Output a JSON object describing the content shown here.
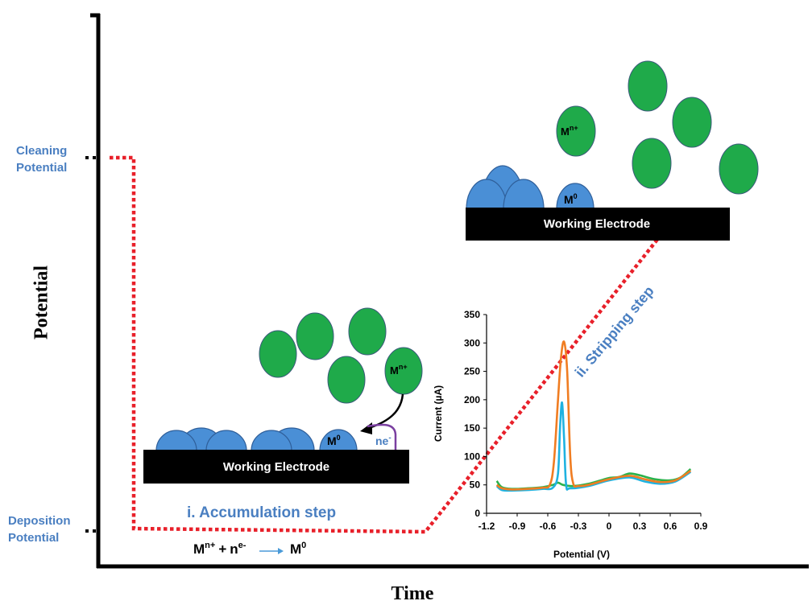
{
  "axes": {
    "y_title": "Potential",
    "x_title": "Time"
  },
  "potential_levels": {
    "cleaning": [
      "Cleaning",
      "Potential"
    ],
    "deposition": [
      "Deposition",
      "Potential"
    ]
  },
  "steps": {
    "accumulation": "i. Accumulation step",
    "stripping": "ii. Stripping step"
  },
  "electrode_label": "Working Electrode",
  "species": {
    "metal_ion": "M",
    "metal_ion_sup": "n+",
    "metal_atom": "M",
    "metal_atom_sup": "0",
    "electrons": "ne",
    "electrons_sup": "-"
  },
  "equation": {
    "ion": "M",
    "ion_sup": "n+",
    "plus": "+",
    "electrons": "n",
    "electrons_sup": "e-",
    "product": "M",
    "product_sup": "0"
  },
  "colors": {
    "ion": "#1faa4a",
    "atom": "#4a8fd6",
    "label_blue": "#4a7fc1",
    "red_dotted": "#e8202a",
    "orange_curve": "#f07d22",
    "cyan_curve": "#1fb2e0",
    "green_curve": "#2bb24c"
  },
  "chart_data": {
    "type": "line",
    "xlabel": "Potential (V)",
    "ylabel": "Current (µA)",
    "xlim": [
      -1.2,
      0.9
    ],
    "ylim": [
      0,
      350
    ],
    "xticks": [
      "-1.2",
      "-0.9",
      "-0.6",
      "-0.3",
      "0",
      "0.3",
      "0.6",
      "0.9"
    ],
    "yticks": [
      "0",
      "50",
      "100",
      "150",
      "200",
      "250",
      "300",
      "350"
    ],
    "series": [
      {
        "color": "#2bb24c",
        "x": [
          -1.1,
          -1.05,
          -0.95,
          -0.8,
          -0.65,
          -0.55,
          -0.5,
          -0.45,
          -0.35,
          -0.2,
          -0.1,
          0.0,
          0.1,
          0.2,
          0.3,
          0.45,
          0.6,
          0.7,
          0.8
        ],
        "y": [
          57,
          46,
          43,
          44,
          46,
          50,
          54,
          50,
          48,
          52,
          57,
          62,
          64,
          70,
          67,
          60,
          58,
          63,
          78
        ]
      },
      {
        "color": "#1fb2e0",
        "x": [
          -1.1,
          -1.05,
          -0.95,
          -0.8,
          -0.65,
          -0.55,
          -0.5,
          -0.48,
          -0.46,
          -0.44,
          -0.42,
          -0.38,
          -0.2,
          0.0,
          0.2,
          0.35,
          0.5,
          0.65,
          0.8
        ],
        "y": [
          48,
          41,
          40,
          41,
          43,
          45,
          70,
          150,
          195,
          130,
          50,
          44,
          48,
          58,
          63,
          56,
          52,
          56,
          73
        ]
      },
      {
        "color": "#f07d22",
        "x": [
          -1.1,
          -1.05,
          -0.95,
          -0.8,
          -0.65,
          -0.58,
          -0.54,
          -0.5,
          -0.47,
          -0.44,
          -0.41,
          -0.38,
          -0.35,
          -0.3,
          -0.2,
          0.0,
          0.2,
          0.35,
          0.5,
          0.65,
          0.8
        ],
        "y": [
          50,
          44,
          42,
          43,
          45,
          50,
          90,
          200,
          275,
          302,
          250,
          100,
          52,
          48,
          50,
          60,
          66,
          60,
          55,
          58,
          75
        ]
      }
    ]
  }
}
